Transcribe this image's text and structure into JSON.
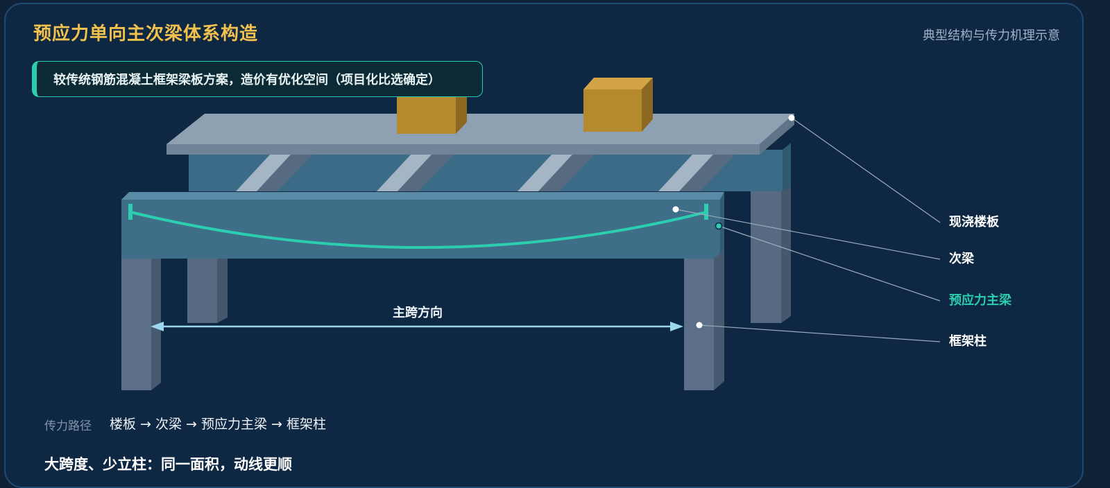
{
  "header": {
    "title": "预应力单向主次梁体系构造",
    "subtitle": "典型结构与传力机理示意"
  },
  "callout": {
    "text": "较传统钢筋混凝土框架梁板方案，造价有优化空间（项目化比选确定）"
  },
  "diagram": {
    "span_label": "主跨方向",
    "labels": {
      "slab": "现浇楼板",
      "secondary_beam": "次梁",
      "prestressed_main_beam": "预应力主梁",
      "column": "框架柱"
    }
  },
  "load_path": {
    "label": "传力路径",
    "text": "楼板 → 次梁 → 预应力主梁 → 框架柱"
  },
  "bottom_note": "大跨度、少立柱：同一面积，动线更顺",
  "colors": {
    "background": "#0e2742",
    "title": "#f2c14e",
    "accent": "#2bcfb0",
    "slab": "#8c9fb0",
    "beam": "#3f6e89",
    "column": "#5b6f88",
    "load_box": "#b58a2e"
  }
}
